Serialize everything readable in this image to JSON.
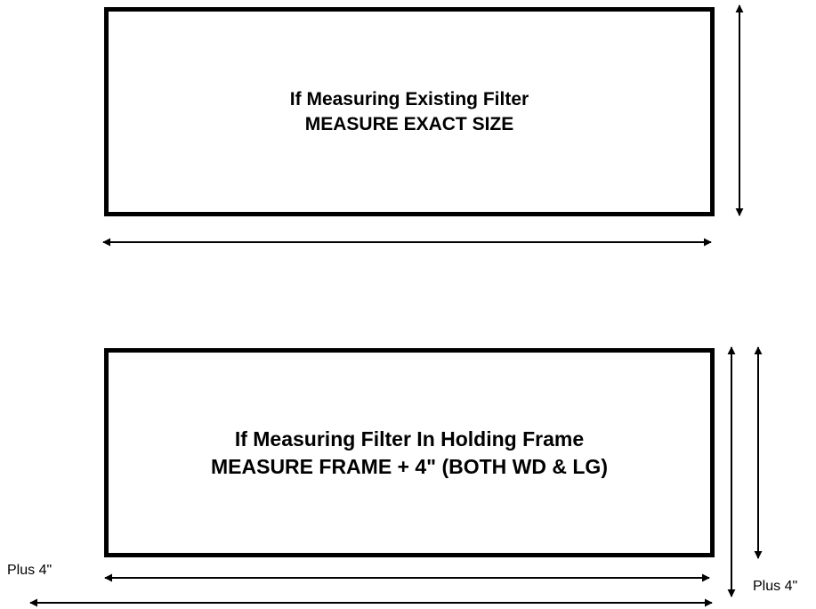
{
  "diagram": {
    "top_box": {
      "line1": "If Measuring Existing Filter",
      "line2": "MEASURE EXACT SIZE"
    },
    "bottom_box": {
      "line1": "If Measuring Filter In Holding Frame",
      "line2": "MEASURE FRAME + 4\" (BOTH WD & LG)"
    },
    "left_extra_label": "Plus 4\"",
    "right_extra_label": "Plus 4\"",
    "colors": {
      "stroke": "#000000",
      "background": "#ffffff"
    }
  }
}
